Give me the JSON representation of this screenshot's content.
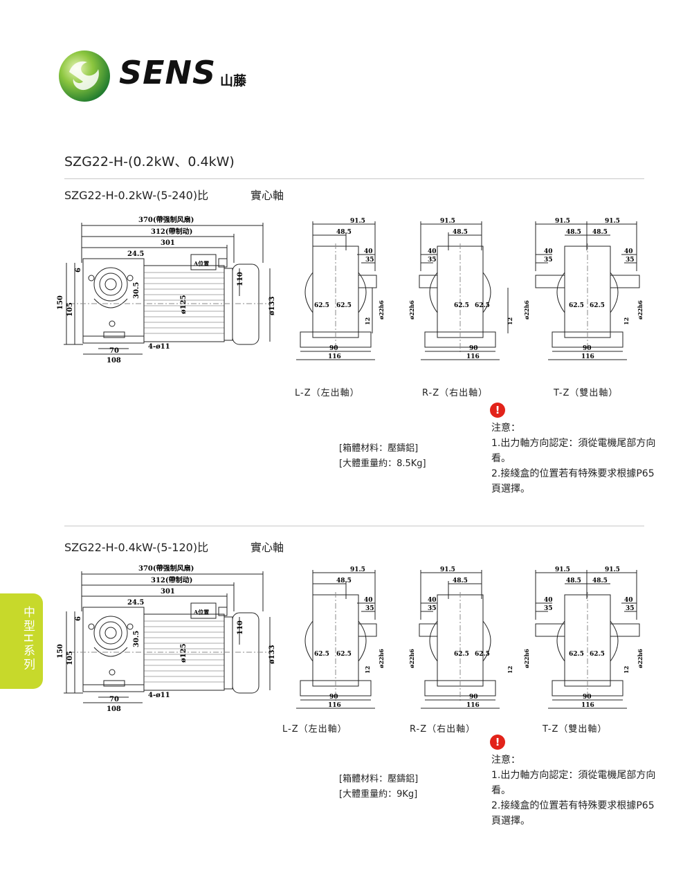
{
  "brand": {
    "name": "SENS",
    "cn_name": "山藤"
  },
  "page_title": "SZG22-H-(0.2kW、0.4kW)",
  "side_tab": "中型H系列",
  "sections": [
    {
      "model": "SZG22-H-0.2kW-(5-240)比",
      "shaft": "實心軸",
      "views": [
        "L-Z（左出軸）",
        "R-Z（右出軸）",
        "T-Z（雙出軸）"
      ],
      "spec_material": "[箱體材料：壓鑄鋁]",
      "spec_weight": "[大體重量約：8.5Kg]",
      "note_title": "注意：",
      "note_1": "1.出力軸方向認定：須從電機尾部方向看。",
      "note_2": "2.接綫盒的位置若有特殊要求根據P65頁選擇。"
    },
    {
      "model": "SZG22-H-0.4kW-(5-120)比",
      "shaft": "實心軸",
      "views": [
        "L-Z（左出軸）",
        "R-Z（右出軸）",
        "T-Z（雙出軸）"
      ],
      "spec_material": "[箱體材料：壓鑄鋁]",
      "spec_weight": "[大體重量約：9Kg]",
      "note_title": "注意：",
      "note_1": "1.出力軸方向認定：須從電機尾部方向看。",
      "note_2": "2.接綫盒的位置若有特殊要求根據P65頁選擇。"
    }
  ],
  "side_dims": {
    "len_fan": "370(帶强制风扇)",
    "len_brake": "312(帶制动)",
    "len_base": "301",
    "d245": "24.5",
    "h6": "6",
    "h150": "150",
    "h105": "105",
    "d305": "30.5",
    "d125": "ø125",
    "d110": "110",
    "d133": "ø133",
    "w70": "70",
    "w108": "108",
    "holes": "4-ø11",
    "box_label": "A位置"
  },
  "front_dims": {
    "d915": "91.5",
    "d485": "48.5",
    "d40": "40",
    "d35": "35",
    "d625": "62.5",
    "d22": "ø22h6",
    "d12": "12",
    "d90": "90",
    "d116": "116"
  },
  "colors": {
    "accent": "#c7d92b",
    "warn": "#e2231a",
    "logo_green": "#5fb233"
  }
}
